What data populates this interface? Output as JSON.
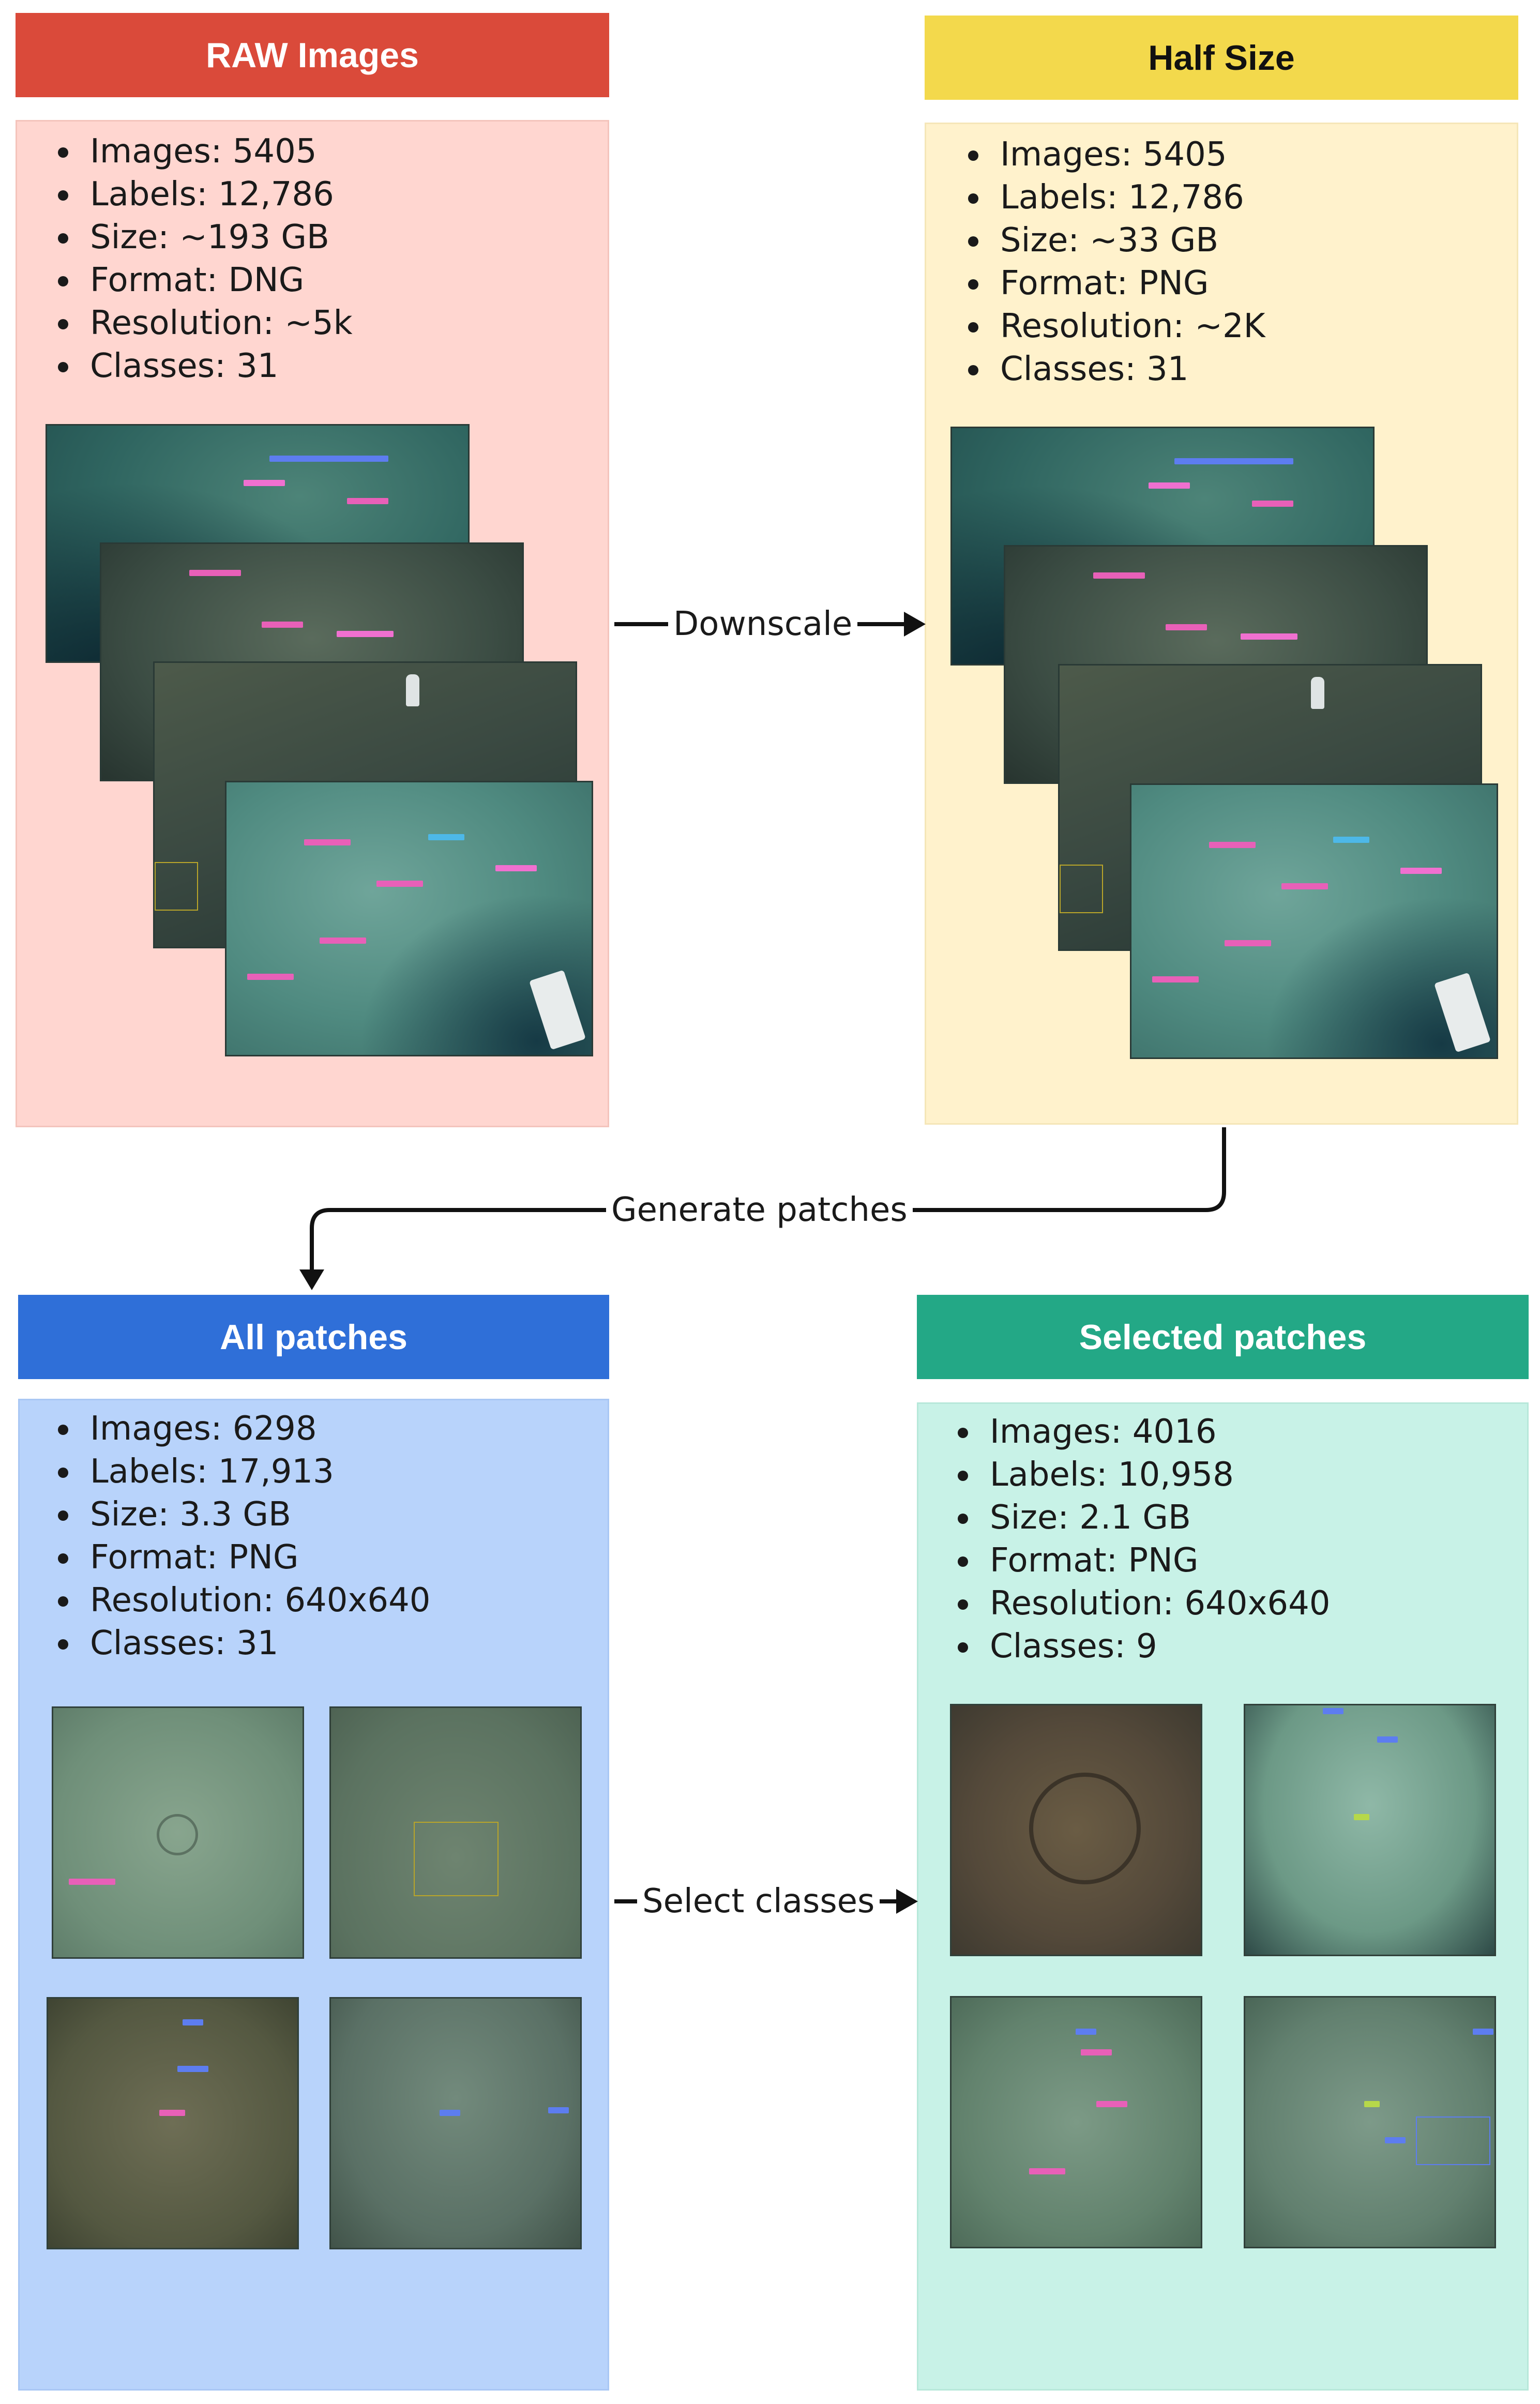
{
  "colors": {
    "raw_header": "#da4a3a",
    "raw_panel": "#ffd6d0",
    "half_header": "#f3d94c",
    "half_panel": "#fff2cc",
    "all_header": "#2f6fd8",
    "all_panel": "#b8d3fb",
    "sel_header": "#23a886",
    "sel_panel": "#c8f2e7",
    "arrow": "#111111"
  },
  "raw": {
    "title": "RAW Images",
    "stats": [
      "Images: 5405",
      "Labels: 12,786",
      "Size: ~193 GB",
      "Format: DNG",
      "Resolution: ~5k",
      "Classes: 31"
    ]
  },
  "half": {
    "title": "Half Size",
    "stats": [
      "Images: 5405",
      "Labels: 12,786",
      "Size: ~33 GB",
      "Format: PNG",
      "Resolution: ~2K",
      "Classes: 31"
    ]
  },
  "all": {
    "title": "All patches",
    "stats": [
      "Images: 6298",
      "Labels: 17,913",
      "Size: 3.3 GB",
      "Format: PNG",
      "Resolution: 640x640",
      "Classes: 31"
    ]
  },
  "selected": {
    "title": "Selected patches",
    "stats": [
      "Images: 4016",
      "Labels: 10,958",
      "Size: 2.1 GB",
      "Format: PNG",
      "Resolution: 640x640",
      "Classes: 9"
    ]
  },
  "flows": {
    "downscale": "Downscale",
    "generate": "Generate patches",
    "select": "Select classes"
  }
}
